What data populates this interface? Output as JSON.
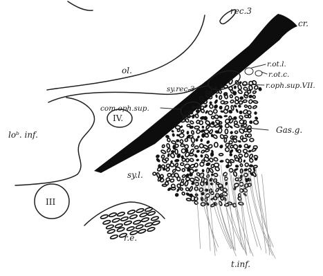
{
  "figure": {
    "labels": {
      "rec3": "rec.3",
      "cr": "cr.",
      "ol": "ol.",
      "r_ot_l": "r.ot.l.",
      "r_ot_c": "r.ot.c.",
      "sy_rec3": "sy.rec.3",
      "r_oph_sup_vii": "r.oph.sup.VII.",
      "com_oph_sup": "com.oph.sup.",
      "gas_g": "Gas.g.",
      "iv": "IV.",
      "lob_inf": "loᵇ. inf.",
      "sy_l": "sy.l.",
      "iii": "III",
      "r_e": "r.e.",
      "t_inf": "t.inf."
    }
  }
}
